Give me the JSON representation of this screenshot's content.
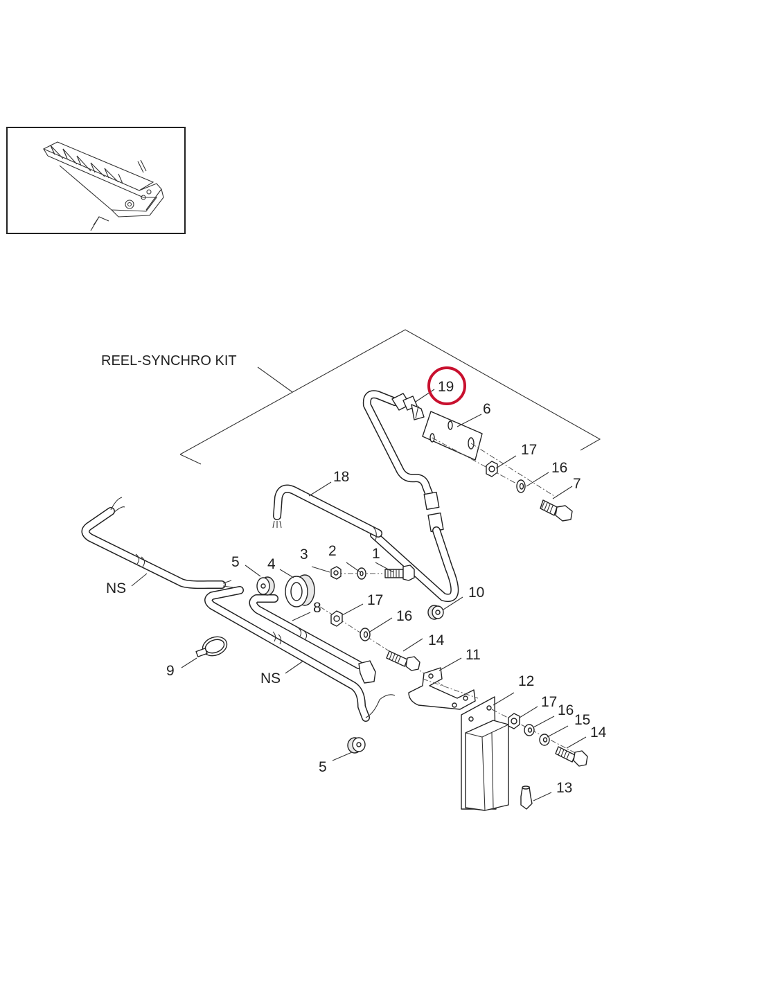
{
  "thumbnail": {
    "icon": "combine-header-reel-icon",
    "description": "Overview of grain header with reel"
  },
  "diagram": {
    "kit_label": "REEL-SYNCHRO KIT",
    "highlight": {
      "callout": "19",
      "color": "#c8102e"
    },
    "callouts": [
      {
        "id": "c1",
        "text": "1"
      },
      {
        "id": "c2",
        "text": "2"
      },
      {
        "id": "c3",
        "text": "3"
      },
      {
        "id": "c4",
        "text": "4"
      },
      {
        "id": "c5a",
        "text": "5"
      },
      {
        "id": "c5b",
        "text": "5"
      },
      {
        "id": "c6",
        "text": "6"
      },
      {
        "id": "c7",
        "text": "7"
      },
      {
        "id": "c8",
        "text": "8"
      },
      {
        "id": "c9",
        "text": "9"
      },
      {
        "id": "c10",
        "text": "10"
      },
      {
        "id": "c11",
        "text": "11"
      },
      {
        "id": "c12",
        "text": "12"
      },
      {
        "id": "c13",
        "text": "13"
      },
      {
        "id": "c14a",
        "text": "14"
      },
      {
        "id": "c14b",
        "text": "14"
      },
      {
        "id": "c15",
        "text": "15"
      },
      {
        "id": "c16a",
        "text": "16"
      },
      {
        "id": "c16b",
        "text": "16"
      },
      {
        "id": "c16c",
        "text": "16"
      },
      {
        "id": "c17a",
        "text": "17"
      },
      {
        "id": "c17b",
        "text": "17"
      },
      {
        "id": "c17c",
        "text": "17"
      },
      {
        "id": "c18",
        "text": "18"
      },
      {
        "id": "c19",
        "text": "19"
      },
      {
        "id": "ns1",
        "text": "NS"
      },
      {
        "id": "ns2",
        "text": "NS"
      }
    ]
  }
}
